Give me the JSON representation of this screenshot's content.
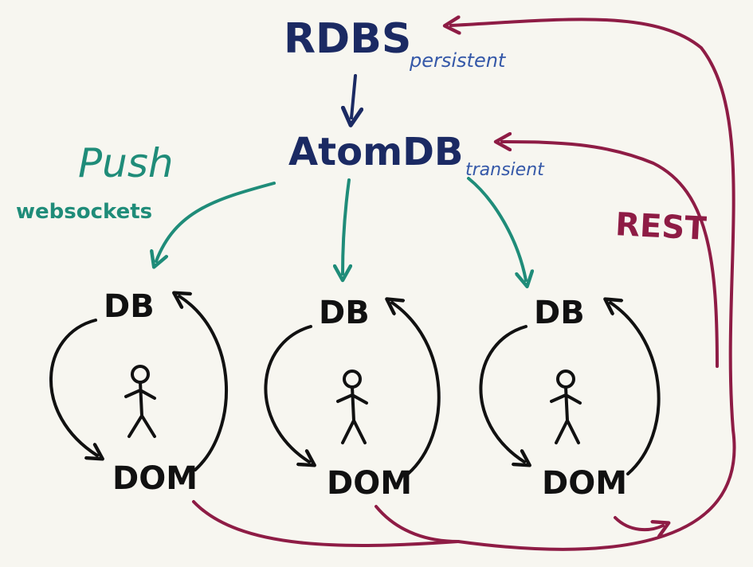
{
  "colors": {
    "background": "#f7f6f0",
    "navy": "#1b2a63",
    "blue": "#3558a8",
    "teal": "#1f8c79",
    "maroon": "#8e1c45",
    "ink": "#111111"
  },
  "labels": {
    "rdbs": "RDBS",
    "rdbs_note": "persistent",
    "atomdb": "AtomDB",
    "atomdb_note": "transient",
    "push": "Push",
    "push_note": "websockets",
    "rest": "REST"
  },
  "clients": [
    {
      "db": "DB",
      "dom": "DOM",
      "user_icon": "person-icon"
    },
    {
      "db": "DB",
      "dom": "DOM",
      "user_icon": "person-icon"
    },
    {
      "db": "DB",
      "dom": "DOM",
      "user_icon": "person-icon"
    }
  ]
}
